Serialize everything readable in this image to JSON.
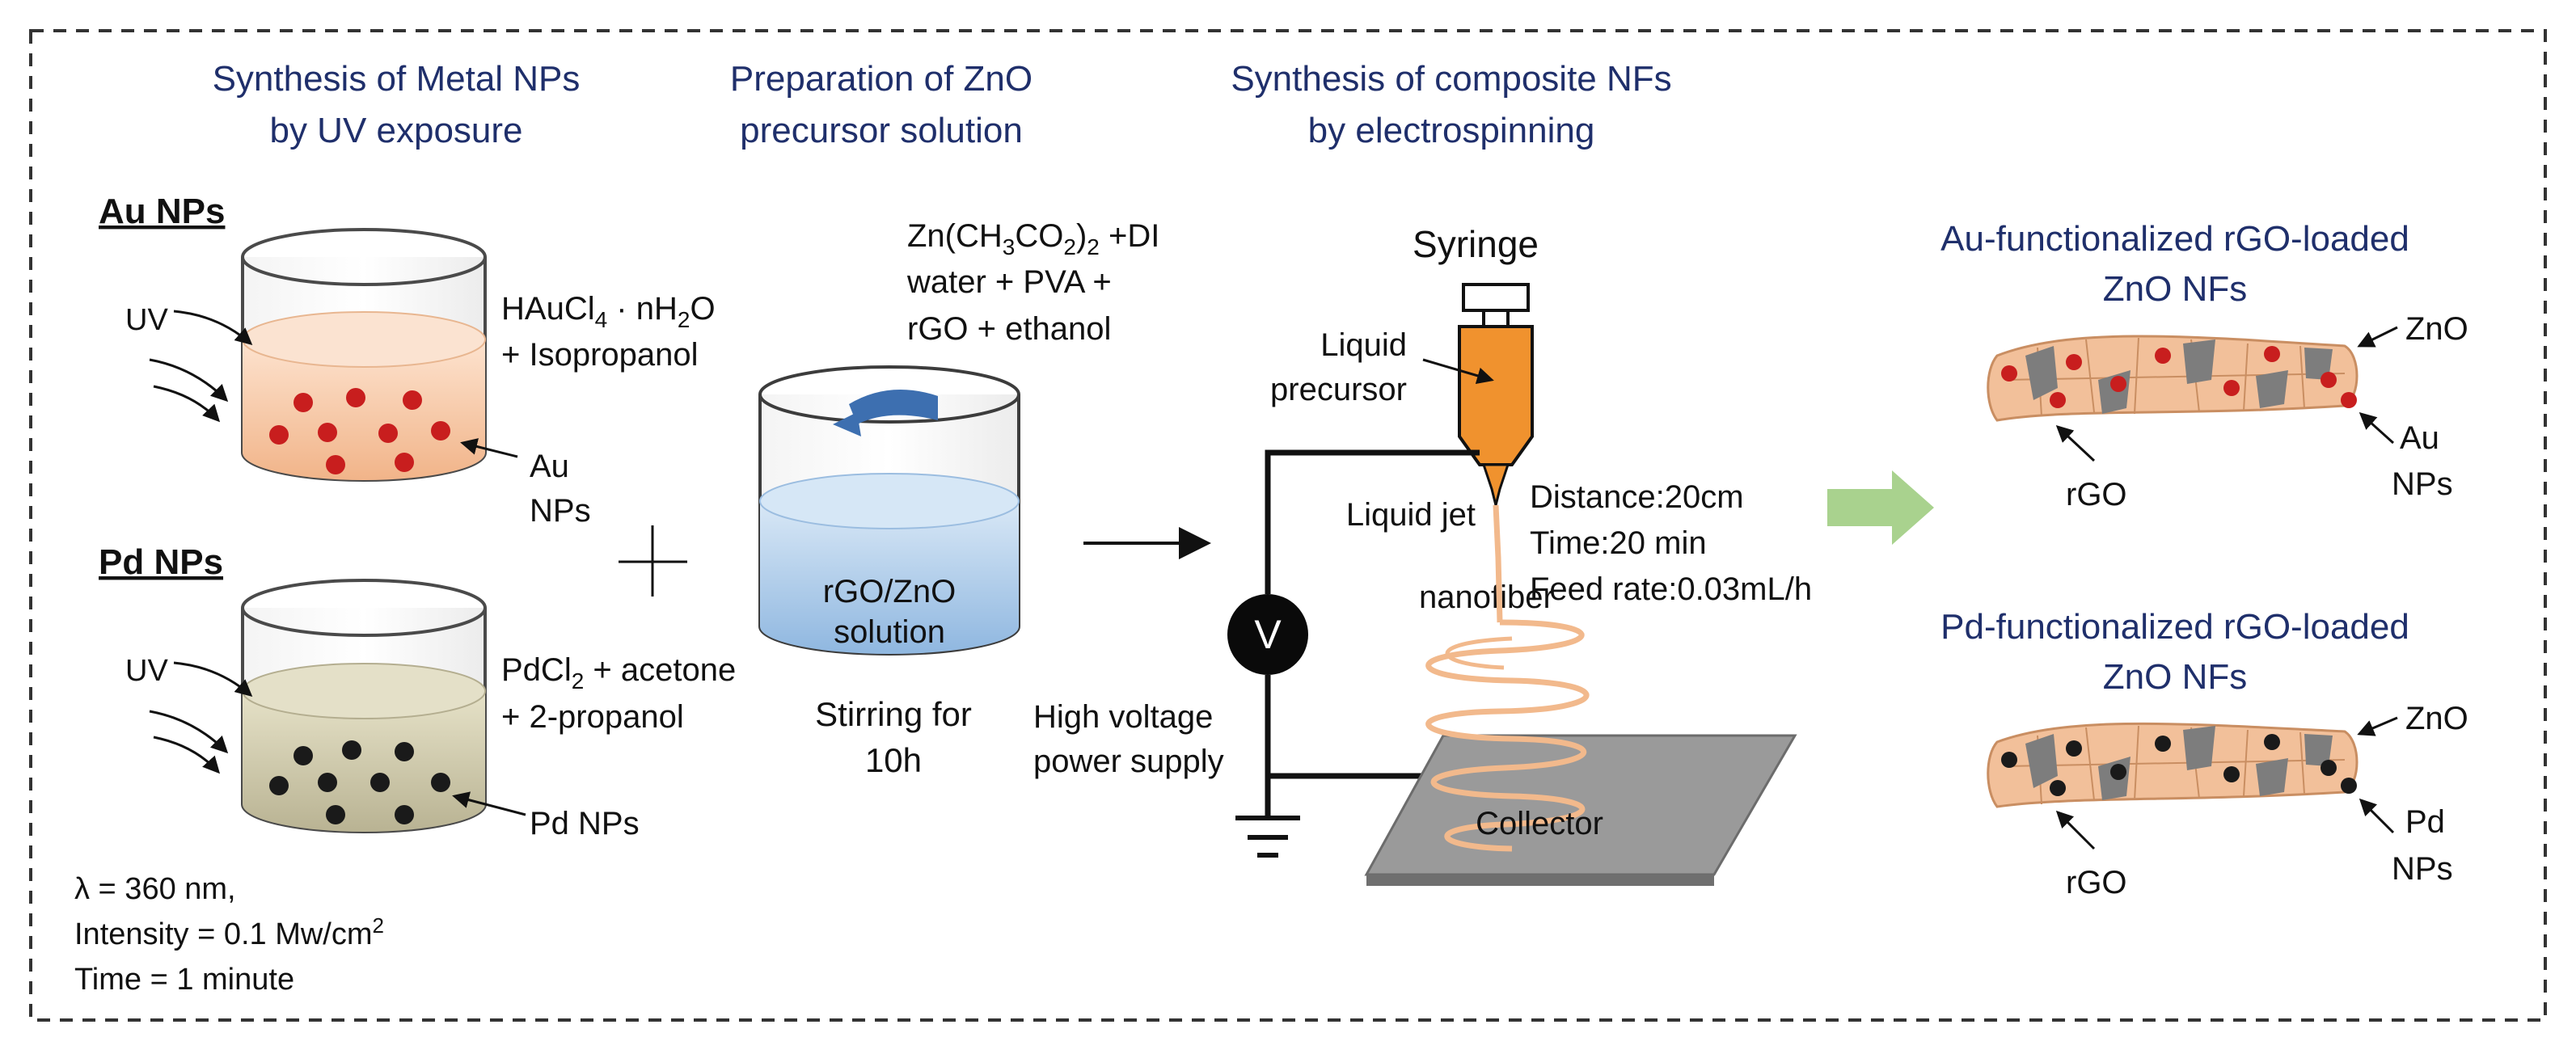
{
  "headings": {
    "metal_np_l1": "Synthesis of Metal NPs",
    "metal_np_l2": "by UV exposure",
    "zno_l1": "Preparation of ZnO",
    "zno_l2": "precursor solution",
    "composite_l1": "Synthesis of composite NFs",
    "composite_l2": "by electrospinning"
  },
  "au_section": {
    "title": "Au NPs",
    "uv": "UV",
    "reagent_l1": "HAuCl",
    "reagent_sub4": "4",
    "reagent_dot": " · nH",
    "reagent_sub2": "2",
    "reagent_o": "O",
    "reagent_l2": "+ Isopropanol",
    "np_l1": "Au",
    "np_l2": "NPs"
  },
  "pd_section": {
    "title": "Pd NPs",
    "uv": "UV",
    "reagent_l1_a": "PdCl",
    "reagent_l1_sub": "2",
    "reagent_l1_b": " + acetone",
    "reagent_l2": "+ 2-propanol",
    "np": "Pd NPs"
  },
  "uv_conditions": {
    "lambda": "λ = 360 nm,",
    "intensity": "Intensity = 0.1 Mw/cm",
    "intensity_sup": "2",
    "time": "Time = 1 minute"
  },
  "precursor": {
    "formula_a": "Zn(CH",
    "formula_sub3": "3",
    "formula_co": "CO",
    "formula_sub2a": "2",
    "formula_close": ")",
    "formula_sub2b": "2",
    "formula_di": " +DI",
    "line2": "water + PVA +",
    "line3": "rGO + ethanol",
    "solution_l1": "rGO/ZnO",
    "solution_l2": "solution",
    "stir_l1": "Stirring for",
    "stir_l2": "10h"
  },
  "electrospinning": {
    "syringe": "Syringe",
    "liquid_l1": "Liquid",
    "liquid_l2": "precursor",
    "jet": "Liquid jet",
    "nanofiber": "nanofiber",
    "voltage_symbol": "V",
    "hv_l1": "High voltage",
    "hv_l2": "power supply",
    "collector": "Collector",
    "distance": "Distance:20cm",
    "time": "Time:20 min",
    "feed": "Feed rate:0.03mL/h"
  },
  "products": {
    "au_title_l1": "Au-functionalized rGO-loaded",
    "au_title_l2": "ZnO NFs",
    "au_zno": "ZnO",
    "au_np_l1": "Au",
    "au_np_l2": "NPs",
    "au_rgo": "rGO",
    "pd_title_l1": "Pd-functionalized rGO-loaded",
    "pd_title_l2": "ZnO NFs",
    "pd_zno": "ZnO",
    "pd_np_l1": "Pd",
    "pd_np_l2": "NPs",
    "pd_rgo": "rGO"
  },
  "colors": {
    "heading_blue": "#1f2f6b",
    "au_solution": "#f6c9a6",
    "pd_solution": "#d2cdaa",
    "zno_solution": "#b9d5ee",
    "syringe_orange": "#f0922e",
    "fiber_tan": "#f2c09a",
    "au_dot": "#c81e1e",
    "pd_dot": "#1a1a1a",
    "rgo_gray": "#7d7d7d",
    "arrow_green": "#a9d28e"
  }
}
